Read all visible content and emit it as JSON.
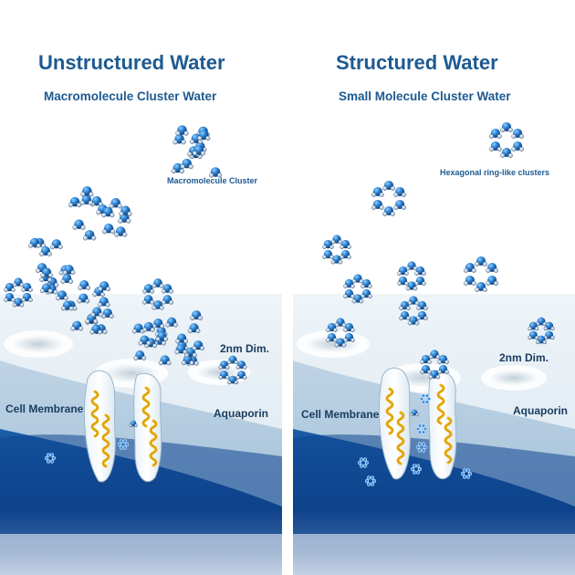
{
  "left_panel": {
    "title": "Unstructured Water",
    "subtitle": "Macromolecule Cluster Water",
    "cluster_label": "Macromolecule Cluster",
    "dimension_label": "2nm Dim.",
    "membrane_label": "Cell Membrane",
    "channel_label": "Aquaporin"
  },
  "right_panel": {
    "title": "Structured Water",
    "subtitle": "Small Molecule Cluster Water",
    "cluster_label": "Hexagonal ring-like clusters",
    "dimension_label": "2nm Dim.",
    "membrane_label": "Cell Membrane",
    "channel_label": "Aquaporin"
  },
  "colors": {
    "title": "#1d5a91",
    "molecule_blue": "#2a7fd0",
    "molecule_dark": "#1b3f6b",
    "membrane_light": "#dfeaf2",
    "membrane_mid": "#a8c4dc",
    "deep_blue": "#0d3f86",
    "helix_yellow": "#f0b81c"
  },
  "icons": [
    "water-molecule-icon",
    "hexagonal-cluster-icon",
    "macromolecule-cluster-icon",
    "aquaporin-channel-icon",
    "membrane-pore-icon"
  ]
}
